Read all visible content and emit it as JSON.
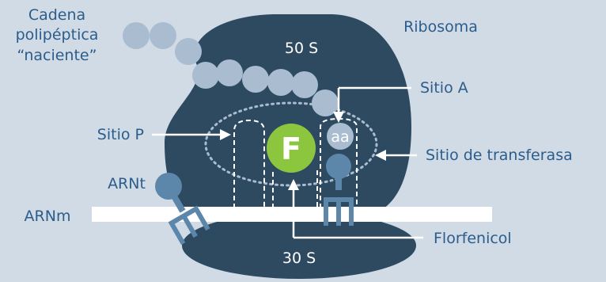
{
  "labels": {
    "chain_line1": "Cadena",
    "chain_line2": "polipéptica",
    "chain_line3": "“naciente”",
    "ribosome": "Ribosoma",
    "large_subunit": "50 S",
    "small_subunit": "30 S",
    "site_a": "Sitio A",
    "site_p": "Sitio P",
    "transferase_site": "Sitio de transferasa",
    "trna": "ARNt",
    "mrna": "ARNm",
    "florfenicol": "Florfenicol",
    "drug_letter": "F",
    "amino_acid": "aa"
  },
  "colors": {
    "background": "#d1dbe6",
    "ribosome": "#2e4a61",
    "bead": "#a9bcd0",
    "trna": "#5d86ab",
    "drug": "#8cc63f",
    "label_text": "#2b5d8c",
    "mrna": "#ffffff"
  }
}
